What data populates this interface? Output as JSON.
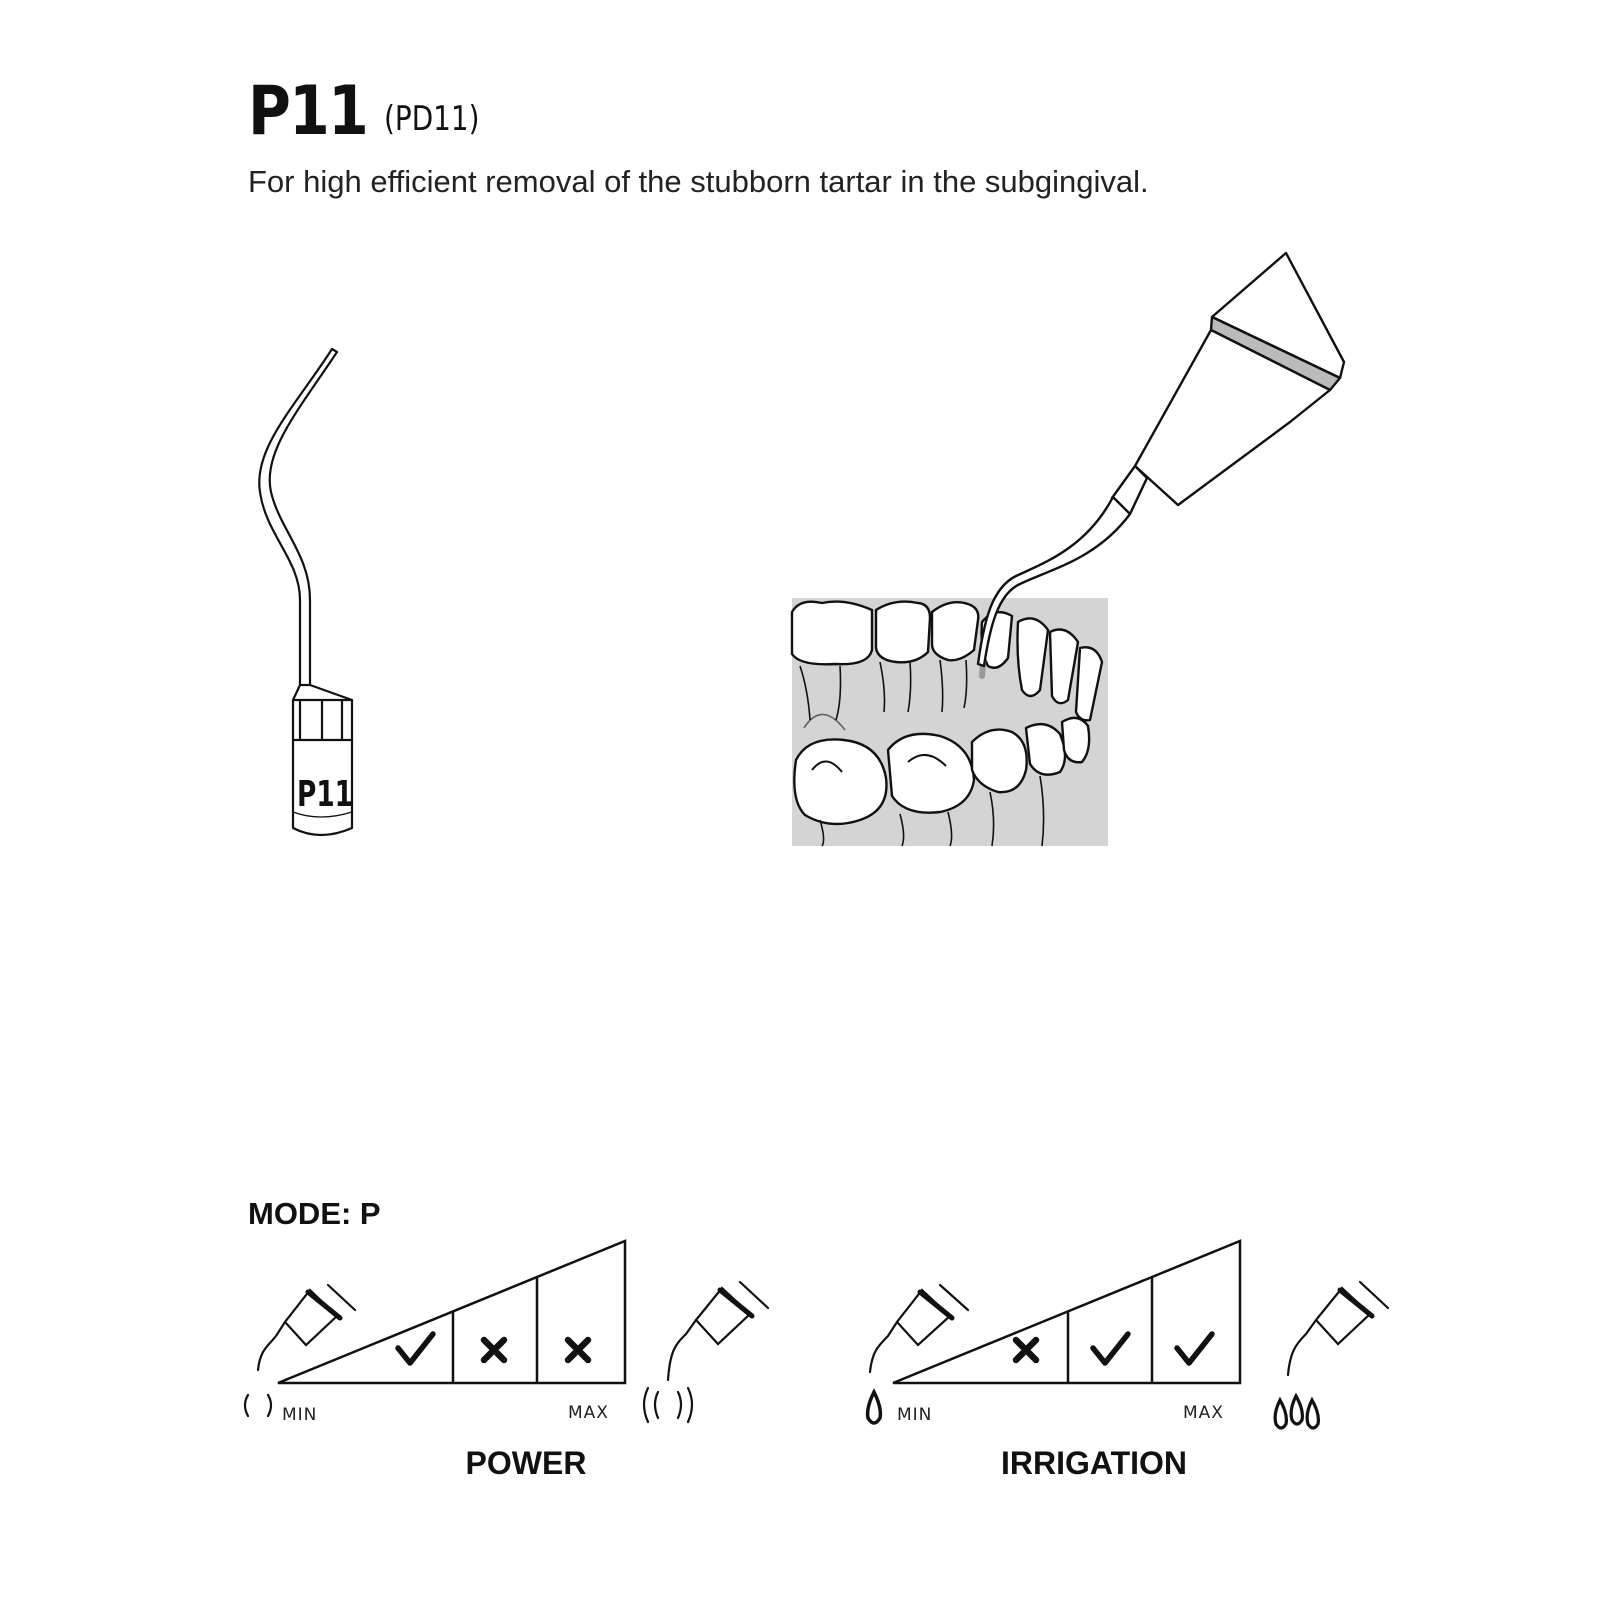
{
  "header": {
    "model": "P11",
    "alt_code": "(PD11)",
    "description": "For high efficient removal of the stubborn tartar in the subgingival."
  },
  "tip_illustration": {
    "engraving": "P11",
    "icon": "scaler-tip-icon"
  },
  "usage_illustration": {
    "icon": "handpiece-on-teeth-illustration"
  },
  "mode": {
    "label": "MODE: P"
  },
  "power_scale": {
    "title": "POWER",
    "min_label": "MIN",
    "max_label": "MAX",
    "levels": [
      {
        "level": "low",
        "mark": "check"
      },
      {
        "level": "medium",
        "mark": "cross"
      },
      {
        "level": "high",
        "mark": "cross"
      }
    ],
    "min_icon": "weak-vibration-icon",
    "max_icon": "strong-vibration-icon"
  },
  "irrigation_scale": {
    "title": "IRRIGATION",
    "min_label": "MIN",
    "max_label": "MAX",
    "levels": [
      {
        "level": "low",
        "mark": "cross"
      },
      {
        "level": "medium",
        "mark": "check"
      },
      {
        "level": "high",
        "mark": "check"
      }
    ],
    "min_icon": "single-drop-icon",
    "max_icon": "many-drops-icon"
  }
}
